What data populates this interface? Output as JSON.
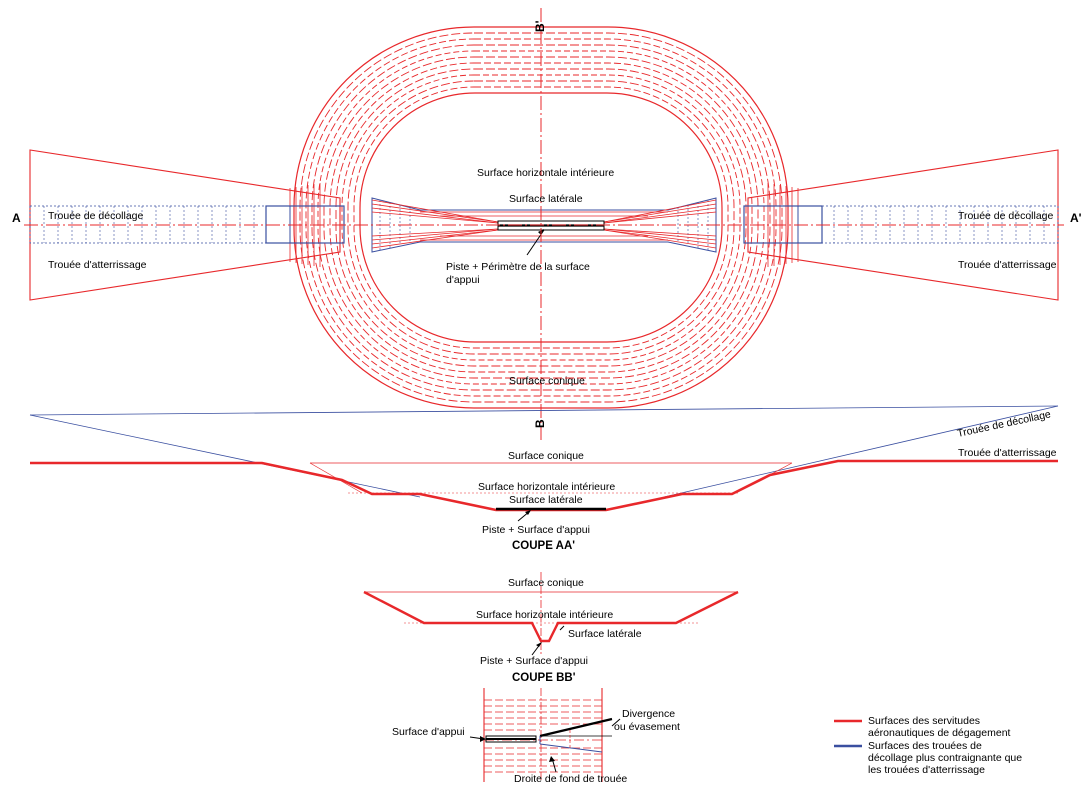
{
  "plan": {
    "axis_a": "A",
    "axis_a_prime": "A'",
    "axis_b": "B",
    "axis_b_prime": "B'",
    "takeoff_left": "Trouée de décollage",
    "takeoff_right": "Trouée de décollage",
    "landing_left": "Trouée d'atterrissage",
    "landing_right": "Trouée d'atterrissage",
    "inner_horizontal": "Surface horizontale intérieure",
    "lateral": "Surface latérale",
    "runway_line1": "Piste + Périmètre de la surface",
    "runway_line2": "d'appui",
    "conical": "Surface conique"
  },
  "section_aa": {
    "takeoff": "Trouée de décollage",
    "landing": "Trouée d'atterrissage",
    "conical": "Surface conique",
    "inner_horizontal": "Surface horizontale intérieure",
    "lateral": "Surface latérale",
    "runway": "Piste + Surface d'appui",
    "title": "COUPE AA'"
  },
  "section_bb": {
    "conical": "Surface conique",
    "inner_horizontal": "Surface horizontale intérieure",
    "lateral": "Surface latérale",
    "runway": "Piste + Surface d'appui",
    "title": "COUPE BB'"
  },
  "detail": {
    "bearing_surface": "Surface d'appui",
    "divergence_line1": "Divergence",
    "divergence_line2": "ou évasement",
    "bottom_line": "Droite de fond de trouée"
  },
  "legend": {
    "red_line1": "Surfaces des servitudes",
    "red_line2": "aéronautiques de dégagement",
    "blue_line1": "Surfaces des trouées de",
    "blue_line2": "décollage plus contraignante que",
    "blue_line3": "les trouées d'atterrissage",
    "colors": {
      "red": "#e8282b",
      "blue": "#3a4fa0"
    }
  }
}
